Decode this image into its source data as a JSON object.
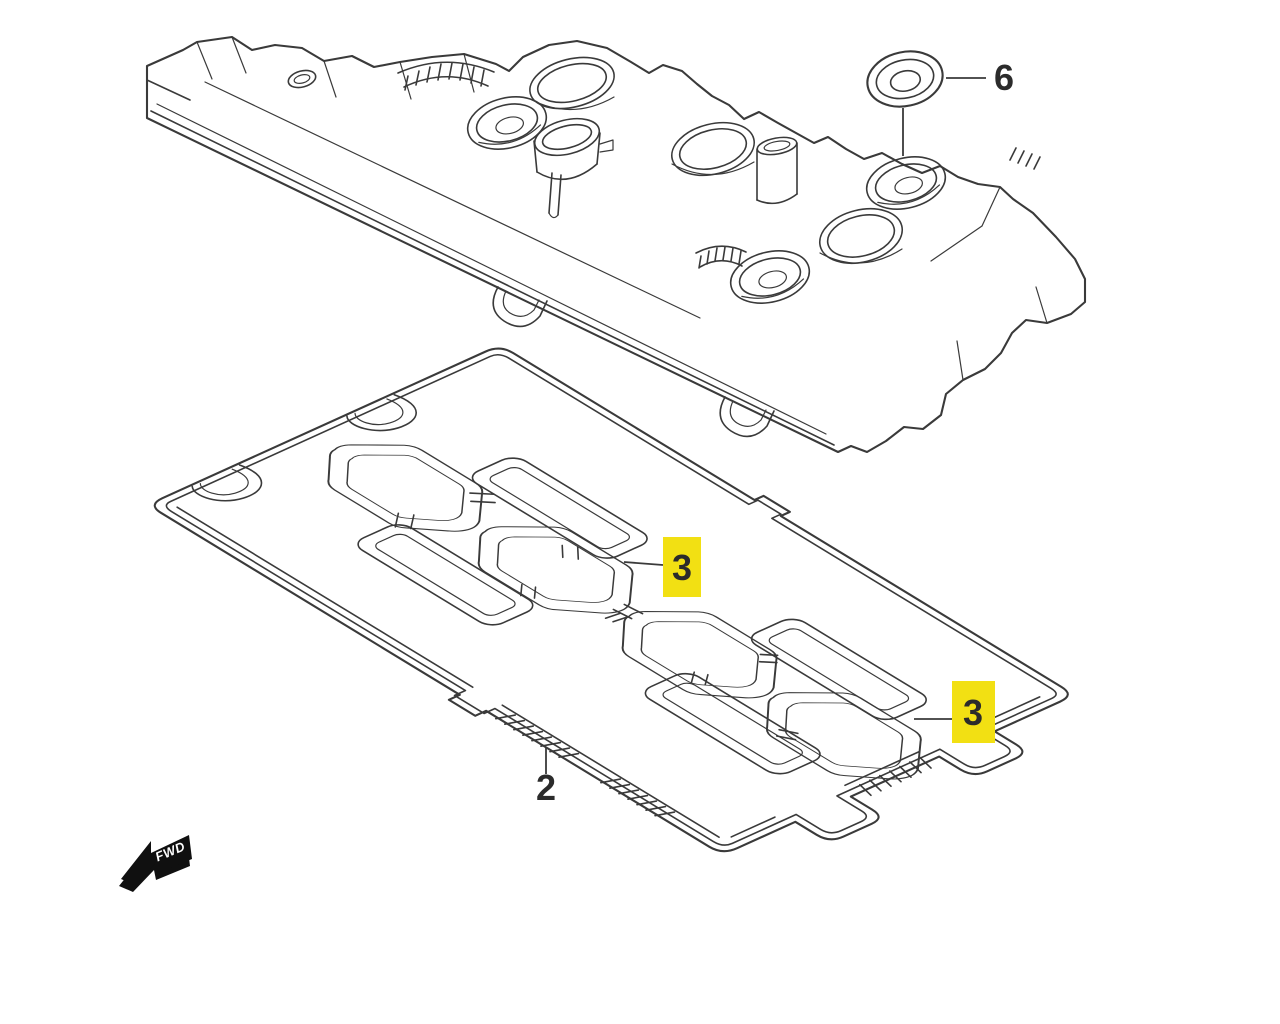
{
  "diagram": {
    "background": "#ffffff",
    "line_color": "#3a3a3a",
    "highlight_color": "#f2e013",
    "marker_color": "#101010",
    "parts": [
      {
        "ref": "6",
        "highlighted": false
      },
      {
        "ref": "3",
        "highlighted": true
      },
      {
        "ref": "3",
        "highlighted": true
      },
      {
        "ref": "2",
        "highlighted": false
      }
    ]
  },
  "callouts": {
    "c6": {
      "number": "6"
    },
    "c3a": {
      "number": "3"
    },
    "c3b": {
      "number": "3"
    },
    "c2": {
      "number": "2"
    }
  },
  "fwd": {
    "label": "FWD"
  }
}
